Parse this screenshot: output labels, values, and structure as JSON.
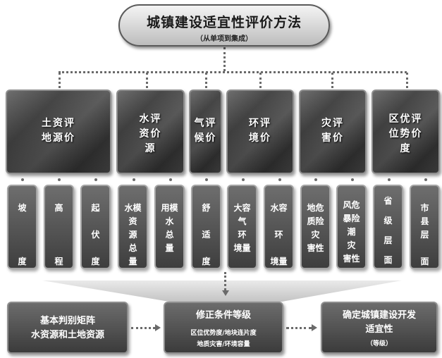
{
  "header": {
    "title": "城镇建设适宜性评价方法",
    "subtitle": "（从单项到集成）"
  },
  "categories": [
    {
      "label": "土资评\n地源价"
    },
    {
      "label": "水评\n资价\n源"
    },
    {
      "label": "气评\n候价"
    },
    {
      "label": "环评\n境价"
    },
    {
      "label": "灾评\n害价"
    },
    {
      "label": "区优评\n位势价\n度"
    }
  ],
  "indicators": [
    {
      "label": "坡\n\n\n\n度"
    },
    {
      "label": "高\n\n\n\n程"
    },
    {
      "label": "起\n\n伏\n\n度"
    },
    {
      "label": "水模\n资\n源\n总\n量"
    },
    {
      "label": "用模\n水\n总\n量"
    },
    {
      "label": "舒\n\n适\n\n度"
    },
    {
      "label": "大容\n气\n环\n境量"
    },
    {
      "label": "水容\n\n环\n\n境量"
    },
    {
      "label": "地危\n质险\n灾\n害性"
    },
    {
      "label": "风危\n暴险\n潮\n灾\n害性"
    },
    {
      "label": "省\n\n级\n\n层\n\n面"
    },
    {
      "label": "市\n县\n层\n\n面"
    }
  ],
  "bottom": {
    "left": {
      "line1": "基本判别矩阵",
      "line2": "水资源和土地资源"
    },
    "middle": {
      "title": "修正条件等级",
      "sub1": "区位优势度/地块连片度",
      "sub2": "地质灾害/环境容量"
    },
    "right": {
      "line1": "确定城镇建设开发",
      "line2": "适宜性",
      "sub": "（等级）"
    }
  },
  "colors": {
    "box_dark": "#4a4a4a",
    "title_fill": "#d8d8d8",
    "connector": "#6a6a6a"
  }
}
